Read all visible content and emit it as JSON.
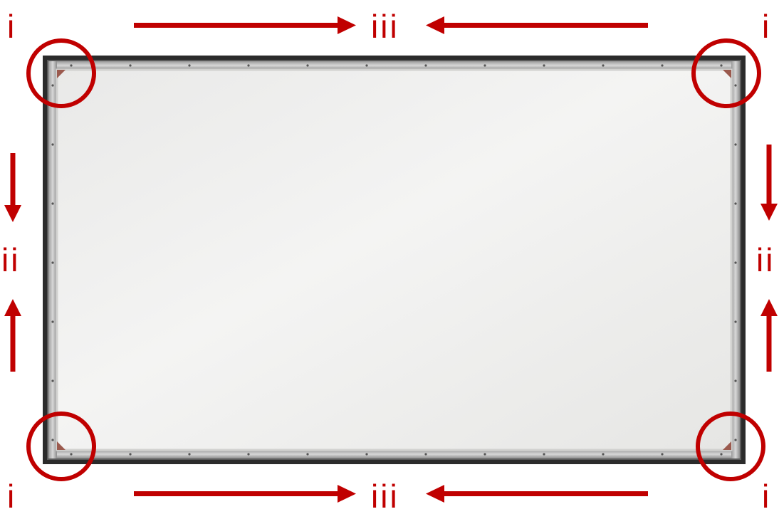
{
  "labels": {
    "corner_top_left": "i",
    "corner_top_right": "i",
    "corner_bottom_left": "i",
    "corner_bottom_right": "i",
    "side_left": "ii",
    "side_right": "ii",
    "top_center": "iii",
    "bottom_center": "iii"
  },
  "colors": {
    "annotation": "#c00000",
    "frame": "#2b2b2b",
    "screen": "#f0f0ef"
  },
  "icons": {
    "corner_marker": "circle-highlight",
    "direction_marker": "arrow-icon"
  }
}
